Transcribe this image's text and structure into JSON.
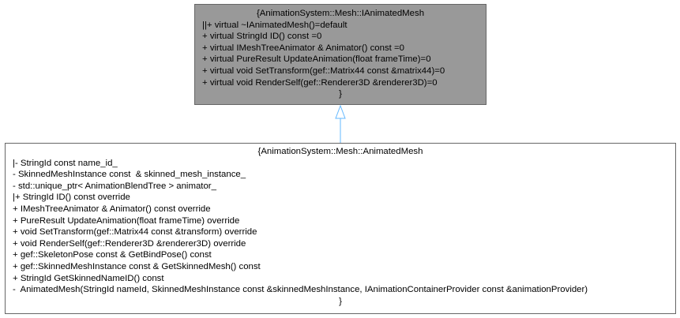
{
  "base_class": {
    "title": "{AnimationSystem::Mesh::IAnimatedMesh",
    "members": [
      "||+ virtual ~IAnimatedMesh()=default",
      "+ virtual StringId ID() const =0",
      "+ virtual IMeshTreeAnimator & Animator() const =0",
      "+ virtual PureResult UpdateAnimation(float frameTime)=0",
      "+ virtual void SetTransform(gef::Matrix44 const &matrix44)=0",
      "+ virtual void RenderSelf(gef::Renderer3D &renderer3D)=0"
    ],
    "closing": "}"
  },
  "derived_class": {
    "title": "{AnimationSystem::Mesh::AnimatedMesh",
    "members": [
      "|- StringId const name_id_",
      "- SkinnedMeshInstance const  & skinned_mesh_instance_",
      "- std::unique_ptr< AnimationBlendTree > animator_",
      "|+ StringId ID() const override",
      "+ IMeshTreeAnimator & Animator() const override",
      "+ PureResult UpdateAnimation(float frameTime) override",
      "+ void SetTransform(gef::Matrix44 const &transform) override",
      "+ void RenderSelf(gef::Renderer3D &renderer3D) override",
      "+ gef::SkeletonPose const & GetBindPose() const",
      "+ gef::SkinnedMeshInstance const & GetSkinnedMesh() const",
      "+ StringId GetSkinnedNameID() const",
      "-  AnimatedMesh(StringId nameId, SkinnedMeshInstance const &skinnedMeshInstance, IAnimationContainerProvider const &animationProvider)"
    ],
    "closing": "}"
  },
  "colors": {
    "base_fill": "#999999",
    "derived_fill": "#ffffff",
    "border": "#666666",
    "inheritance_edge": "#63b8ff"
  }
}
